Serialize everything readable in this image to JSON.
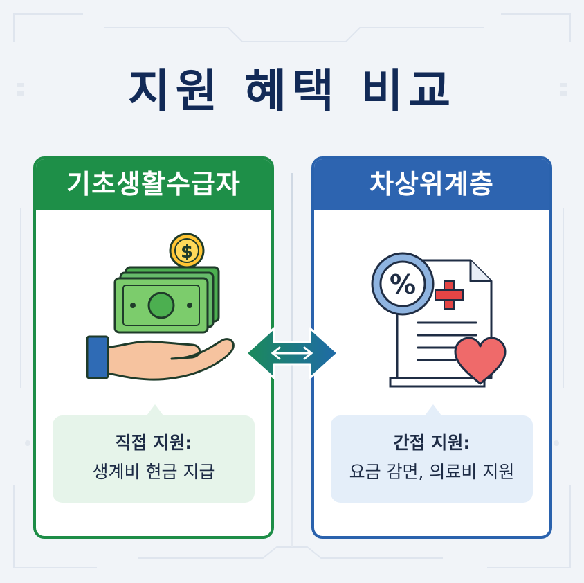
{
  "title": "지원 혜택 비교",
  "left_card": {
    "header": "기초생활수급자",
    "bubble_title": "직접 지원:",
    "bubble_desc": "생계비 현금 지급",
    "icon": "cash-in-hand-icon",
    "accent": "#1e8f48"
  },
  "right_card": {
    "header": "차상위계층",
    "bubble_title": "간접 지원:",
    "bubble_desc": "요금 감면, 의료비 지원",
    "icon": "discount-medical-document-icon",
    "accent": "#2d64b0"
  },
  "center_icon": "double-arrow-icon",
  "colors": {
    "title": "#122a57",
    "background": "#f1f4f8"
  }
}
